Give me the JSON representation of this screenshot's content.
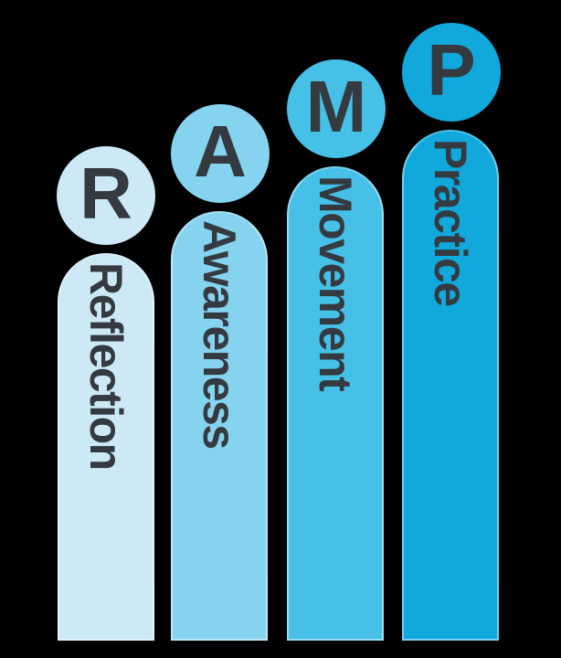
{
  "diagram": {
    "acronym": "RAMP",
    "background": "#000000",
    "letter_color": "#343A40",
    "columns": [
      {
        "letter": "R",
        "label": "Reflection",
        "color": "#CDE9F6"
      },
      {
        "letter": "A",
        "label": "Awareness",
        "color": "#85D3EE"
      },
      {
        "letter": "M",
        "label": "Movement",
        "color": "#47C0E7"
      },
      {
        "letter": "P",
        "label": "Practice",
        "color": "#11A8DC"
      }
    ]
  }
}
